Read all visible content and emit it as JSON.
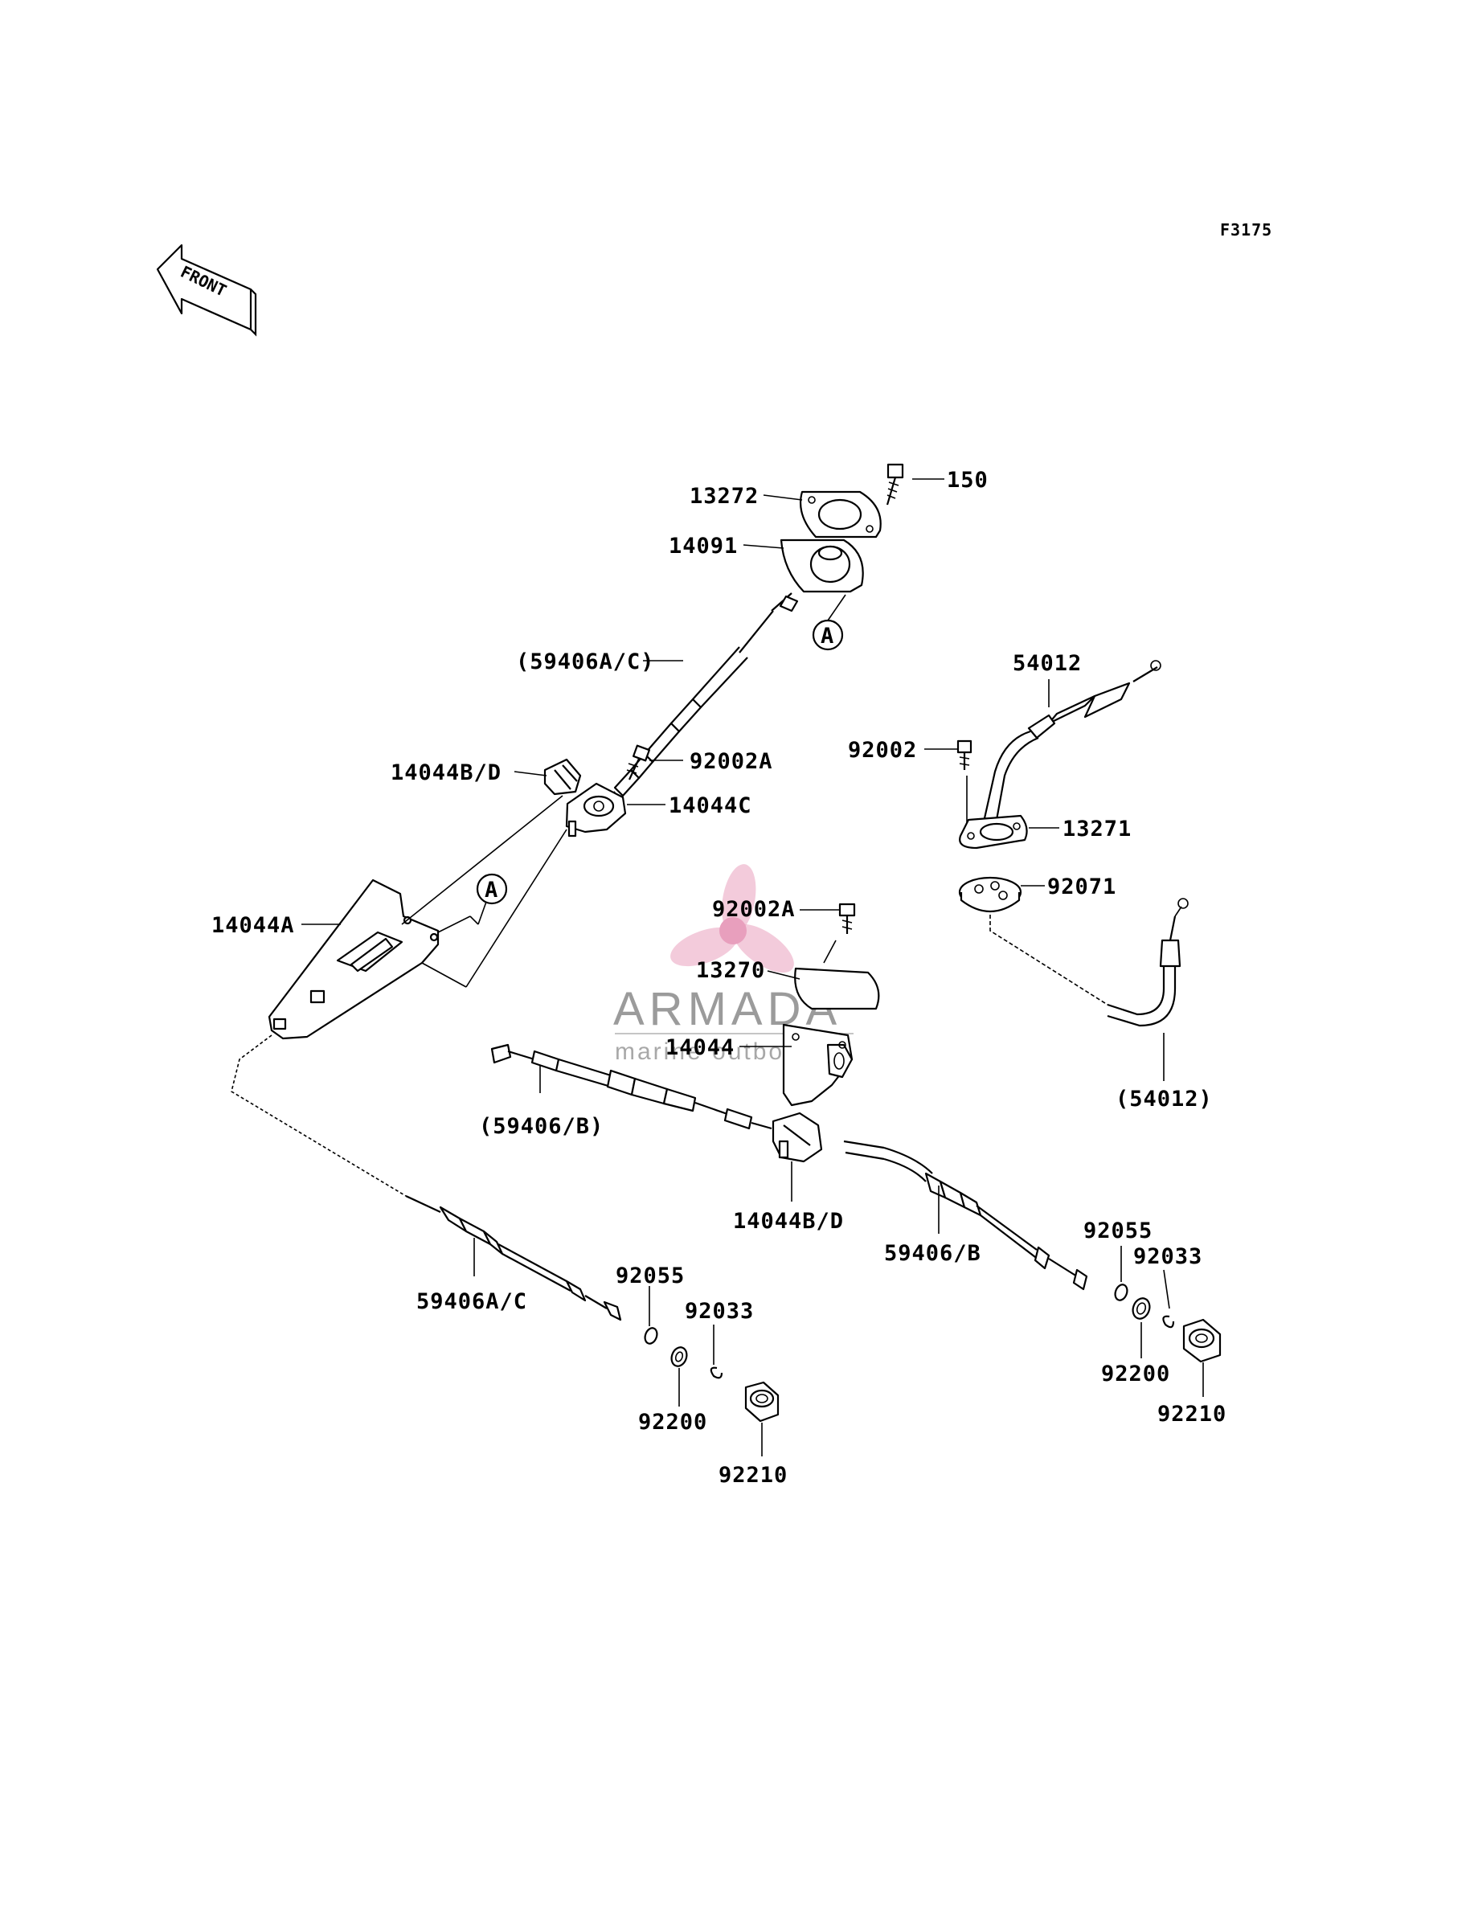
{
  "figure_code": "F3175",
  "front_marker": "FRONT",
  "reference_marker": "A",
  "watermark": {
    "brand": "ARMADA",
    "tagline": "marine outboards",
    "logo_color": "#e58fb2"
  },
  "part_labels": {
    "p150": "150",
    "p13272": "13272",
    "p14091": "14091",
    "p59406ac_top": "(59406A/C)",
    "p54012_top": "54012",
    "p92002": "92002",
    "p14044bd_top": "14044B/D",
    "p92002a_top": "92002A",
    "p14044c": "14044C",
    "p13271": "13271",
    "p92071": "92071",
    "p14044a": "14044A",
    "p92002a_mid": "92002A",
    "p13270": "13270",
    "p14044": "14044",
    "p59406b_left": "(59406/B)",
    "p54012_bottom": "(54012)",
    "p14044bd_mid": "14044B/D",
    "p59406b_right": "59406/B",
    "p92055_right": "92055",
    "p92033_right": "92033",
    "p92200_right": "92200",
    "p92210_right": "92210",
    "p59406ac_bottom": "59406A/C",
    "p92055_left": "92055",
    "p92033_left": "92033",
    "p92200_left": "92200",
    "p92210_left": "92210"
  }
}
